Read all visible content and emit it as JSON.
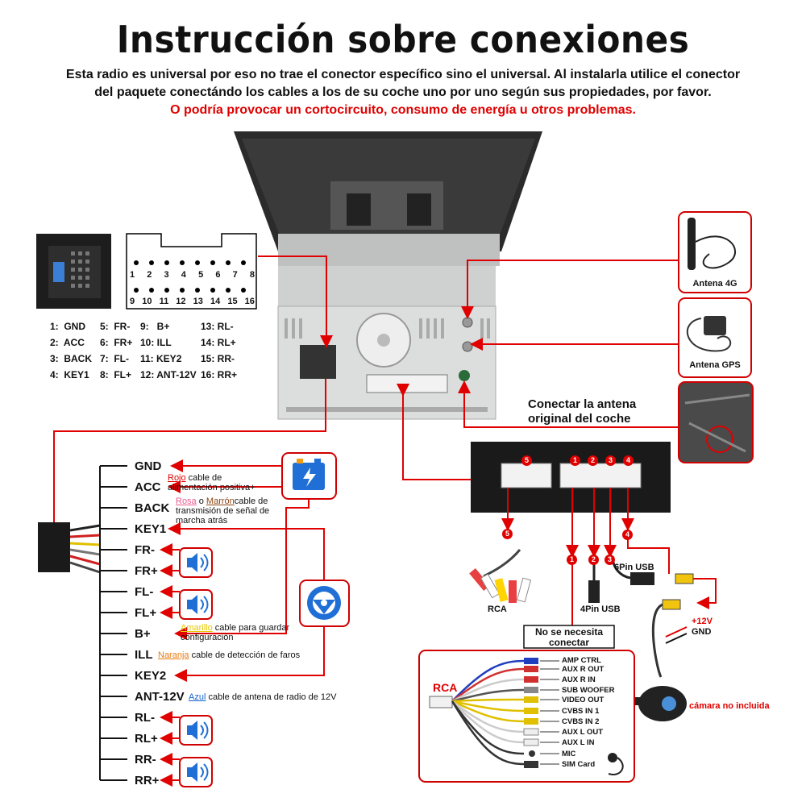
{
  "title": "Instrucción sobre conexiones",
  "subtitle_line1": "Esta radio es universal por eso no trae el conector específico sino el universal. Al instalarla utilice el conector",
  "subtitle_line2": "del paquete conectándo los cables a los de su coche uno por uno según sus propiedades, por favor.",
  "subtitle_warning": "O podría provocar un cortocircuito, consumo de energía u otros problemas.",
  "pin_grid_top": [
    "1",
    "2",
    "3",
    "4",
    "5",
    "6",
    "7",
    "8"
  ],
  "pin_grid_bottom": [
    "9",
    "10",
    "11",
    "12",
    "13",
    "14",
    "15",
    "16"
  ],
  "pin_legend": [
    [
      "1:  GND",
      "5:  FR-",
      "9:   B+",
      "13: RL-"
    ],
    [
      "2:  ACC",
      "6:  FR+",
      "10: ILL",
      "14: RL+"
    ],
    [
      "3:  BACK",
      "7:  FL-",
      "11: KEY2",
      "15: RR-"
    ],
    [
      "4:  KEY1",
      "8:  FL+",
      "12: ANT-12V",
      "16: RR+"
    ]
  ],
  "wires": [
    "GND",
    "ACC",
    "BACK",
    "KEY1",
    "FR-",
    "FR+",
    "FL-",
    "FL+",
    "B+",
    "ILL",
    "KEY2",
    "ANT-12V",
    "RL-",
    "RL+",
    "RR-",
    "RR+"
  ],
  "notes": {
    "acc_color": "Rojo",
    "acc_text1": " cable de",
    "acc_text2": "alimentación positiva+",
    "back_color1": "Rosa",
    "back_mid": " o ",
    "back_color2": "Marrón",
    "back_text1": "cable de",
    "back_text2": "transmisión de señal de",
    "back_text3": "marcha atrás",
    "bplus_color": "Amarillo",
    "bplus_text1": " cable para guardar",
    "bplus_text2": "configuración",
    "ill_color": "Naranja",
    "ill_text": " cable de detección de faros",
    "ant_color": "Azul",
    "ant_text": " cable de antena de radio de 12V"
  },
  "antenna_4g_label": "Antena 4G",
  "antenna_gps_label": "Antena GPS",
  "car_antenna_text1": "Conectar la antena",
  "car_antenna_text2": "original del coche",
  "connector_numbers": [
    "5",
    "1",
    "2",
    "3",
    "4"
  ],
  "rca_label": "RCA",
  "usb4_label": "4Pin USB",
  "usb6_label": "6Pin USB",
  "no_connect_1": "No se necesita",
  "no_connect_2": "conectar",
  "rca_cable_title": "RCA",
  "rca_items": [
    "AMP CTRL",
    "AUX  R  OUT",
    "AUX  R  IN",
    "SUB  WOOFER",
    "VIDEO  OUT",
    "CVBS IN 1",
    "CVBS IN 2",
    "AUX  L  OUT",
    "AUX  L  IN",
    "MIC",
    "SIM Card"
  ],
  "cam_12v": "+12V",
  "cam_gnd": "GND",
  "camera_label": "cámara no incluida",
  "colors": {
    "red": "#e00000",
    "blue_icon": "#1f6fd6",
    "body_gray": "#d7d8d8"
  }
}
